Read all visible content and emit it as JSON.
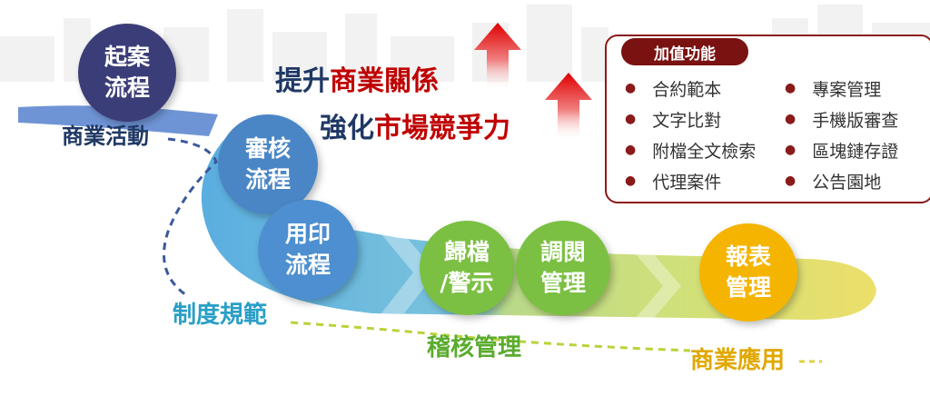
{
  "headline": {
    "line1_prefix": "提升",
    "line1_highlight": "商業關係",
    "line2_prefix": "強化",
    "line2_highlight": "市場競爭力"
  },
  "circles": [
    {
      "line1": "起案",
      "line2": "流程",
      "color": "#3b3d78"
    },
    {
      "line1": "審核",
      "line2": "流程",
      "color": "#4a86c5"
    },
    {
      "line1": "用印",
      "line2": "流程",
      "color": "#4d8fd0"
    },
    {
      "line1": "歸檔",
      "line2": "/警示",
      "color": "#7bc043"
    },
    {
      "line1": "調閱",
      "line2": "管理",
      "color": "#7bc043"
    },
    {
      "line1": "報表",
      "line2": "管理",
      "color": "#f5b400"
    }
  ],
  "labels": {
    "business_activity": "商業活動",
    "system_norms": "制度規範",
    "audit_management": "稽核管理",
    "business_application": "商業應用"
  },
  "panel": {
    "title": "加值功能",
    "left_items": [
      "合約範本",
      "文字比對",
      "附檔全文檢索",
      "代理案件"
    ],
    "right_items": [
      "專案管理",
      "手機版審查",
      "區塊鏈存證",
      "公告園地"
    ]
  },
  "colors": {
    "dark_blue": "#1f3864",
    "highlight_red": "#c00000",
    "panel_border": "#8b1a1a",
    "label_blue": "#3a5a9a",
    "label_cyan": "#2a9fc6",
    "label_green": "#5aab2e",
    "label_yellow": "#e0a800"
  }
}
